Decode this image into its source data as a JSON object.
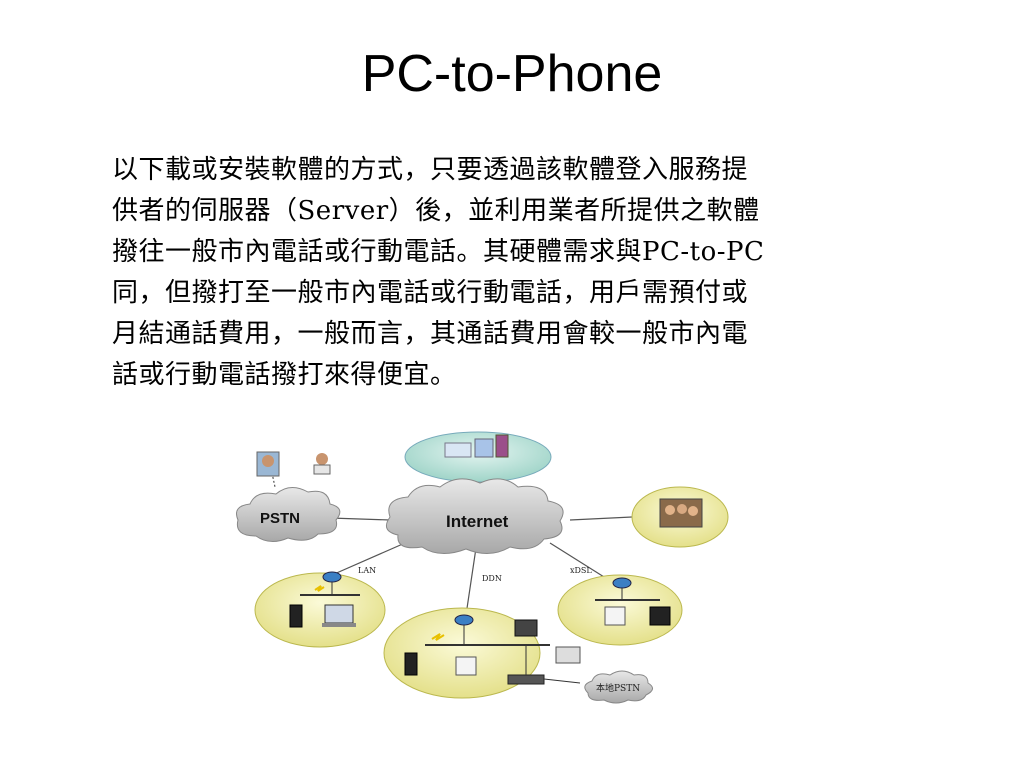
{
  "slide": {
    "title": "PC-to-Phone",
    "paragraph_lines": [
      "以下載或安裝軟體的方式，只要透過該軟體登入服務提",
      "供者的伺服器（Server）後，並利用業者所提供之軟體",
      "撥往一般市內電話或行動電話。其硬體需求與PC-to-PC",
      "同，但撥打至一般市內電話或行動電話，用戶需預付或",
      "月結通話費用，一般而言，其通話費用會較一般市內電",
      "話或行動電話撥打來得便宜。"
    ]
  },
  "diagram": {
    "cloud_pstn": "PSTN",
    "cloud_internet": "Internet",
    "cloud_local_pstn": "本地PSTN",
    "link_lan": "LAN",
    "link_ddn": "DDN",
    "link_xdsl": "xDSL",
    "colors": {
      "ellipse_fill": "#f0eea6",
      "server_ellipse": "#b9e2da",
      "cloud": "#c8c8c8",
      "router": "#3b7fc4"
    }
  }
}
